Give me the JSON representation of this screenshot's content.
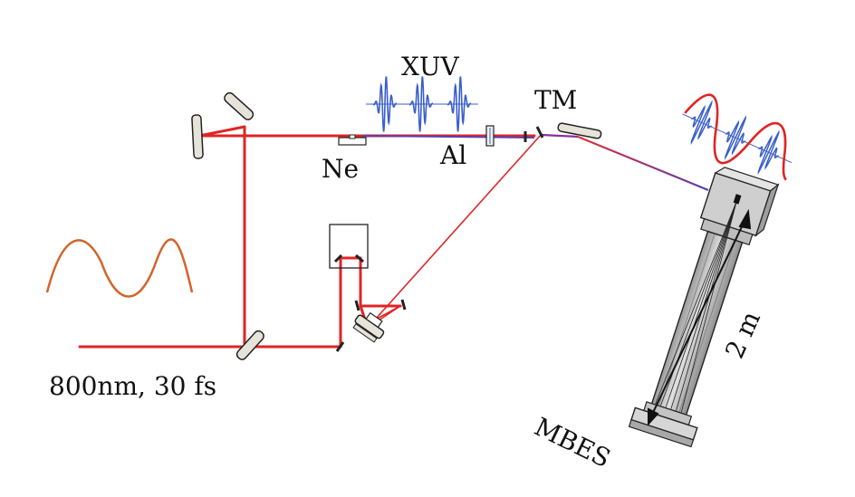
{
  "labels": {
    "xuv": "XUV",
    "tm": "TM",
    "ne": "Ne",
    "al": "Al",
    "laser": "800nm, 30 fs",
    "length": "2 m",
    "mbes": "MBES"
  },
  "colors": {
    "beam_red": "#e02424",
    "xuv_blue": "#3a5fc8",
    "ir_wave": "#d2642a",
    "mirror_fill": "#e6e4d9",
    "chamber_light": "#d8d8d8",
    "chamber_mid": "#a9a9a9"
  }
}
